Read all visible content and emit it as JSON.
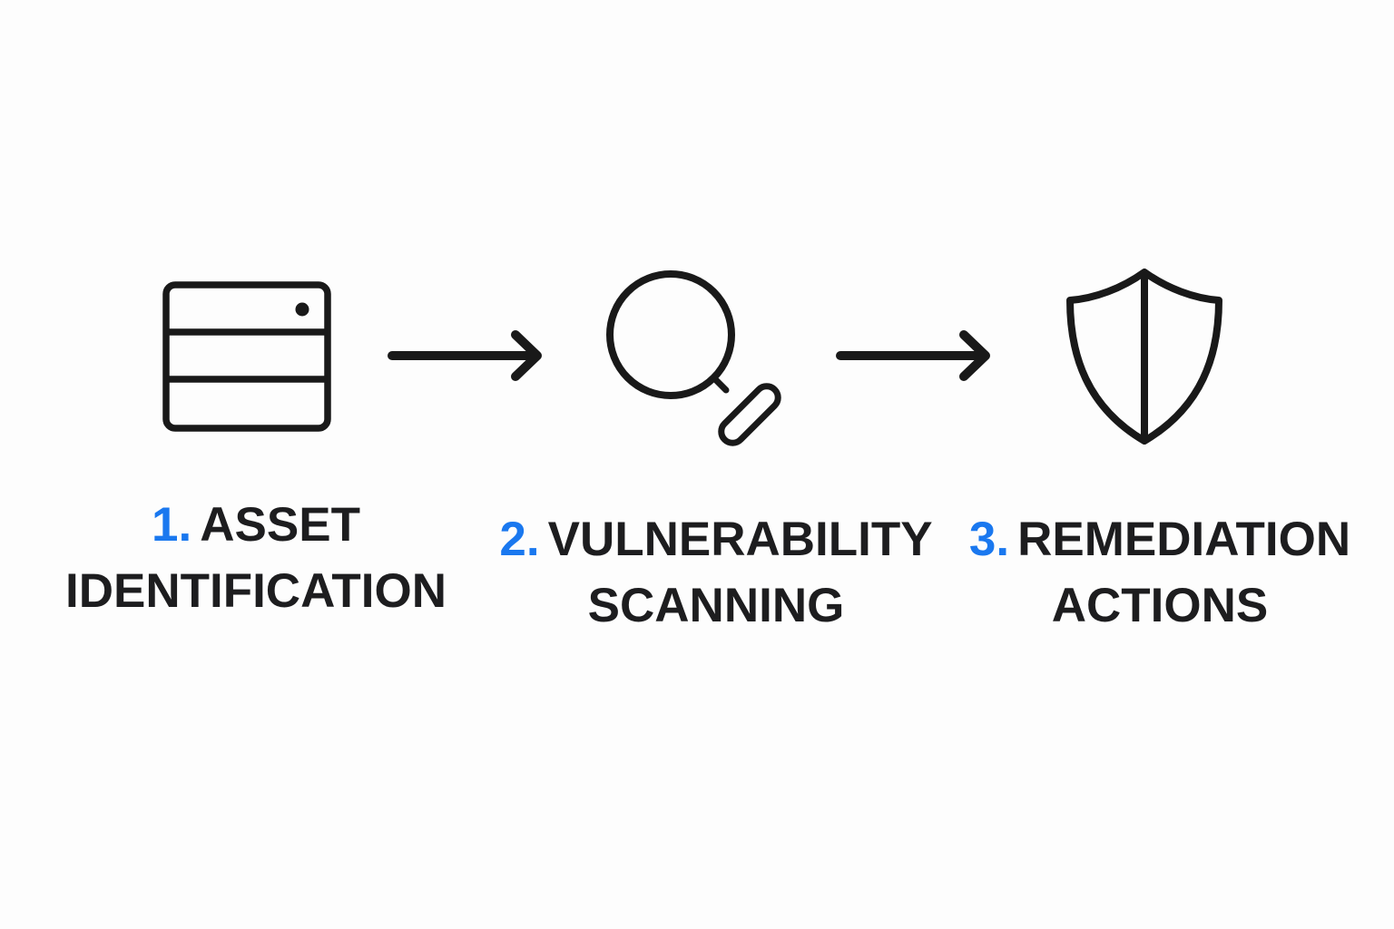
{
  "colors": {
    "accent_blue": "#1a78ef",
    "ink": "#1d1d1f",
    "icon_stroke": "#191919",
    "background": "#fdfdfd"
  },
  "diagram": {
    "type": "process-flow",
    "steps": [
      {
        "number": "1.",
        "label": "ASSET IDENTIFICATION",
        "lines": [
          "ASSET",
          "IDENTIFICATION"
        ],
        "icon": "server-icon"
      },
      {
        "number": "2.",
        "label": "VULNERABILITY SCANNING",
        "lines": [
          "VULNERABILITY",
          "SCANNING"
        ],
        "icon": "magnifying-glass-icon"
      },
      {
        "number": "3.",
        "label": "REMEDIATION ACTIONS",
        "lines": [
          "REMEDIATION",
          "ACTIONS"
        ],
        "icon": "shield-icon"
      }
    ],
    "connectors": [
      {
        "type": "arrow-right"
      },
      {
        "type": "arrow-right"
      }
    ]
  }
}
